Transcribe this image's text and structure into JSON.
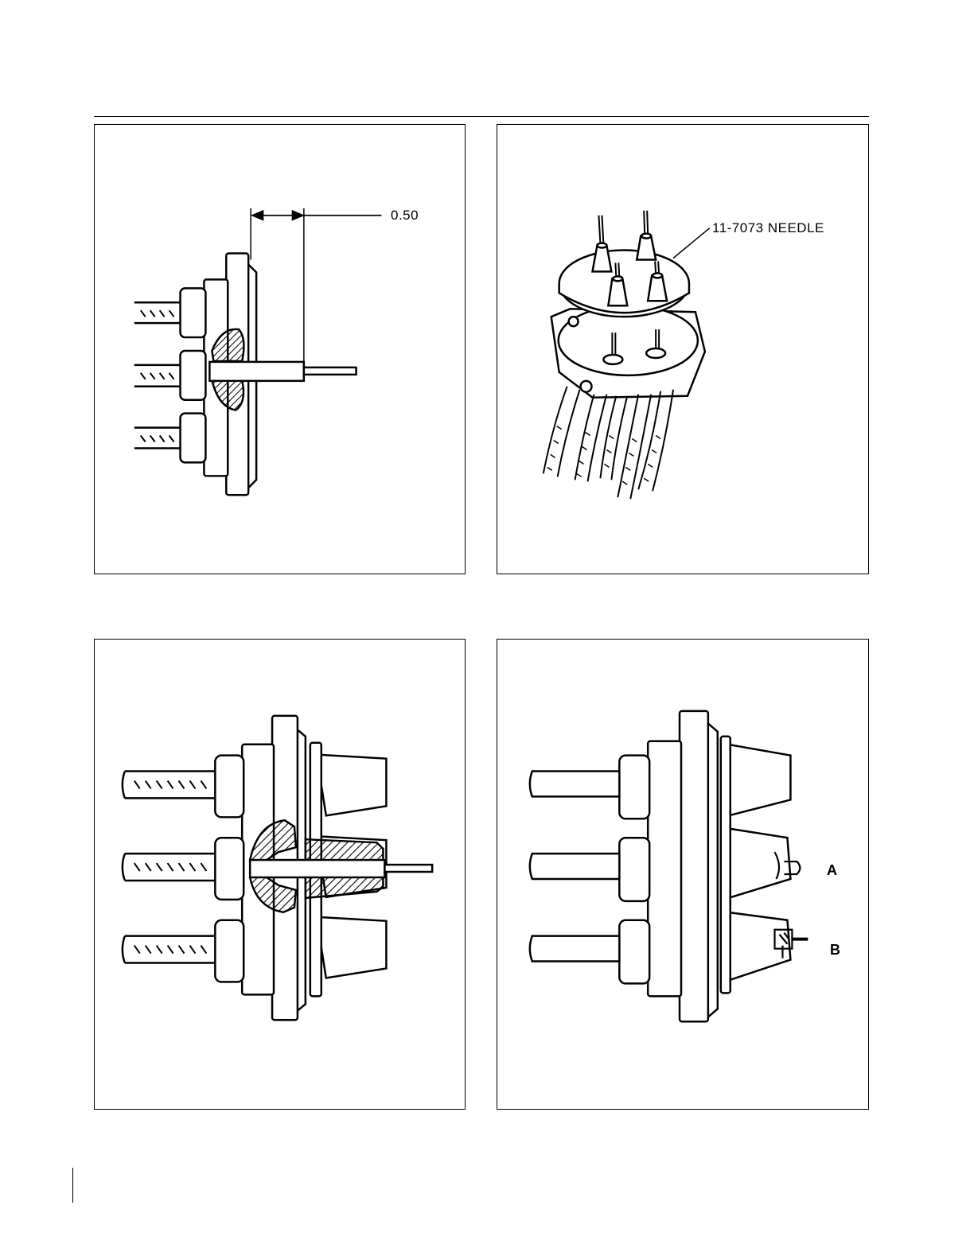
{
  "figures": [
    {
      "id": "fig-dimension",
      "dimension_label": "0.50"
    },
    {
      "id": "fig-needle",
      "callout_label": "11-7073 NEEDLE"
    },
    {
      "id": "fig-cross-section"
    },
    {
      "id": "fig-sealed",
      "label_a": "A",
      "label_b": "B"
    }
  ]
}
